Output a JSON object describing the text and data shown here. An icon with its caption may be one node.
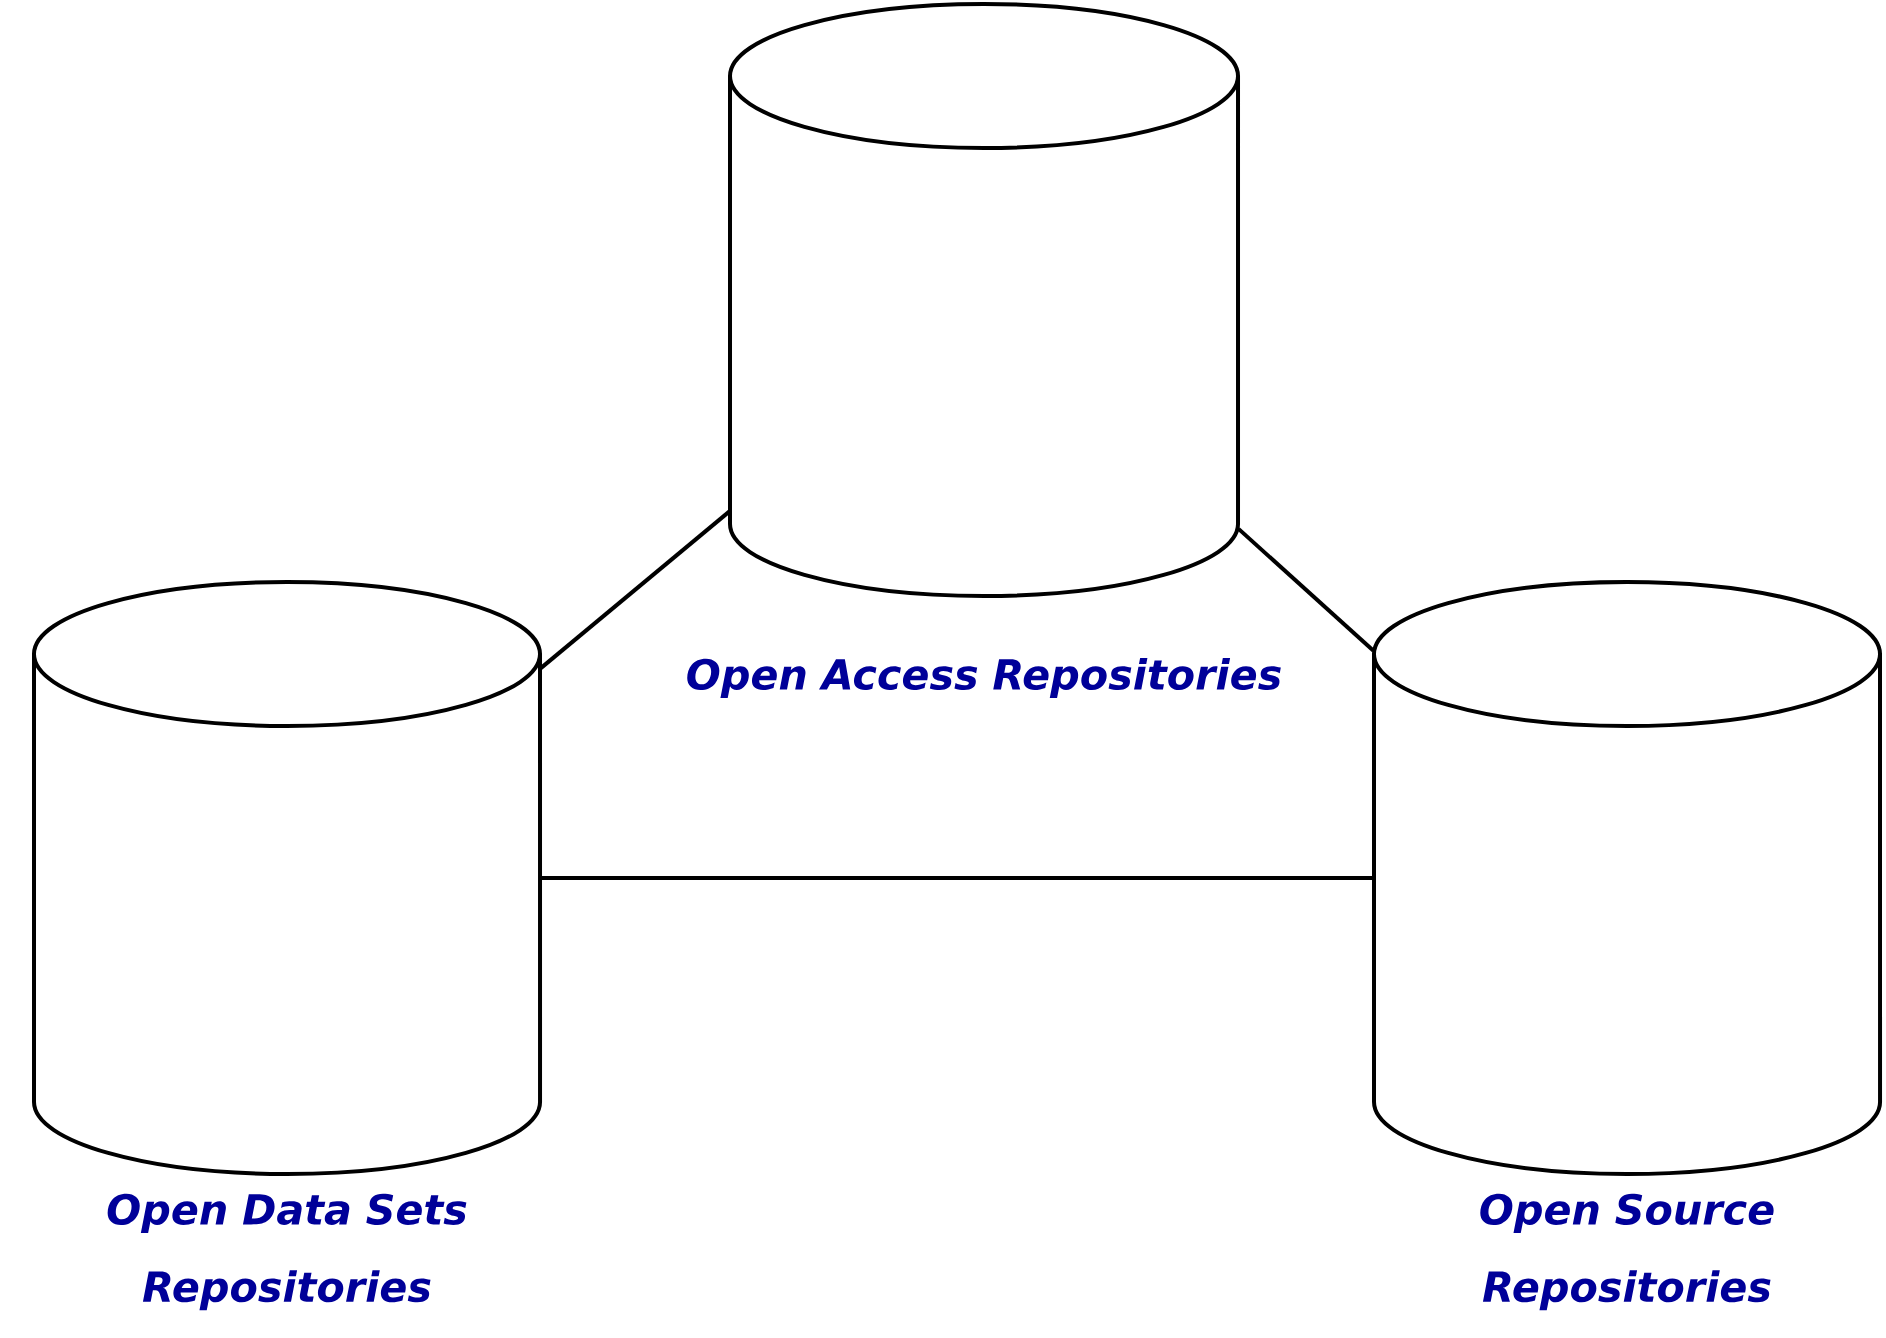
{
  "diagram": {
    "nodes": [
      {
        "text": [
          "Open Access Repositories"
        ]
      },
      {
        "text": [
          "Open Data Sets Repositories"
        ]
      },
      {
        "text": [
          "Open Source Repositories"
        ]
      }
    ],
    "edges": [
      {
        "from": 0,
        "to": 1,
        "arrow": "none"
      },
      {
        "from": 0,
        "to": 2,
        "arrow": "none"
      },
      {
        "from": 1,
        "to": 2,
        "arrow": "none"
      }
    ]
  }
}
